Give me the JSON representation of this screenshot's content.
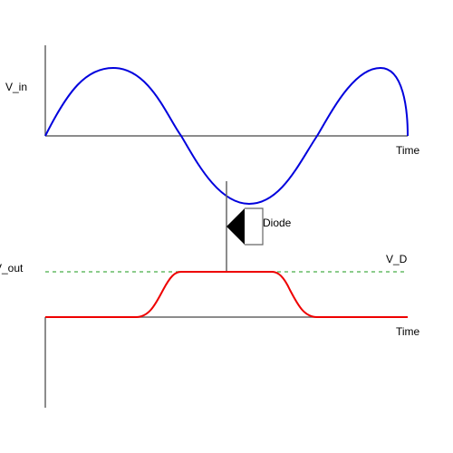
{
  "labels": {
    "vin": "V_in",
    "time_top": "Time",
    "diode": "Diode",
    "vout": "V_out",
    "vd": "V_D",
    "time_bottom": "Time"
  },
  "colors": {
    "axis": "#666666",
    "input_wave": "#0000dd",
    "output_wave": "#ee0000",
    "threshold": "#66bb66",
    "diode_fill": "#000000",
    "text": "#000000"
  }
}
